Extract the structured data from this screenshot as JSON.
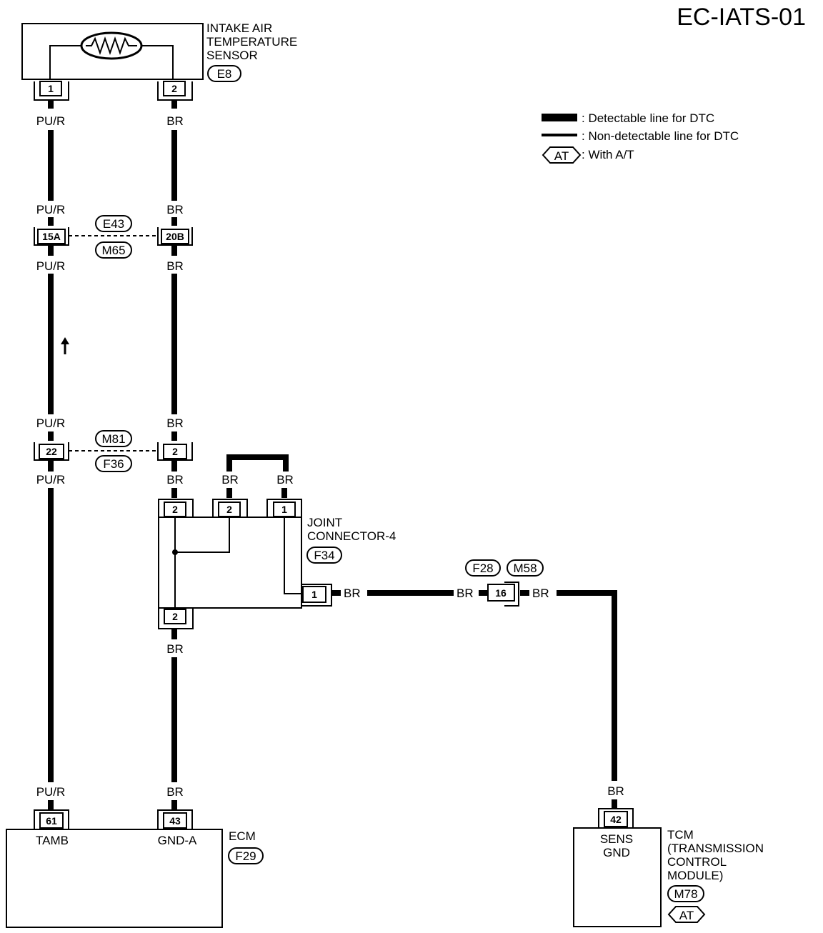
{
  "page_code": "EC-IATS-01",
  "legend": {
    "detectable": ": Detectable line for DTC",
    "non_detectable": ": Non-detectable line for DTC",
    "at_symbol": "AT",
    "with_at": ": With A/T"
  },
  "sensor": {
    "name_line1": "INTAKE AIR",
    "name_line2": "TEMPERATURE",
    "name_line3": "SENSOR",
    "connector": "E8",
    "pin1": "1",
    "pin2": "2"
  },
  "wires": {
    "pur": "PU/R",
    "br": "BR"
  },
  "connectors_mid1": {
    "pin_left": "15A",
    "pin_right": "20B",
    "code_top": "E43",
    "code_bottom": "M65"
  },
  "connectors_mid2": {
    "pin_left": "22",
    "pin_right": "2",
    "code_top": "M81",
    "code_bottom": "F36"
  },
  "joint": {
    "name_line1": "JOINT",
    "name_line2": "CONNECTOR-4",
    "connector": "F34",
    "pin_top_left": "2",
    "pin_top_mid": "2",
    "pin_top_right": "1",
    "pin_bottom": "2",
    "pin_right": "1"
  },
  "inline_connector": {
    "code_left": "F28",
    "code_right": "M58",
    "pin": "16"
  },
  "ecm": {
    "name": "ECM",
    "connector": "F29",
    "pin_left": "61",
    "pin_right": "43",
    "terminal_left": "TAMB",
    "terminal_right": "GND-A"
  },
  "tcm": {
    "name_line1": "TCM",
    "name_line2": "(TRANSMISSION",
    "name_line3": "CONTROL",
    "name_line4": "MODULE)",
    "connector": "M78",
    "at_symbol": "AT",
    "pin": "42",
    "terminal_line1": "SENS",
    "terminal_line2": "GND"
  }
}
